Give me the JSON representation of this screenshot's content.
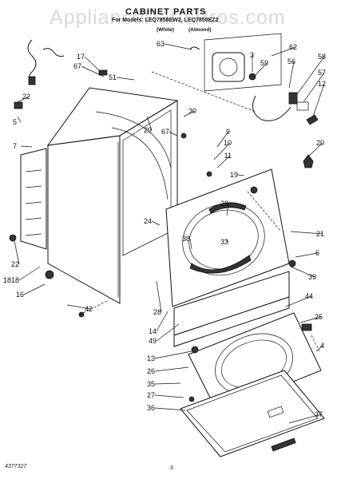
{
  "watermark": "AppliancePartsPros.com",
  "header": {
    "title": "CABINET PARTS",
    "model_line": "For Models: LEQ7858EW2, LEQ7858EZ2",
    "variant_white": "(White)",
    "variant_almond": "(Almond)"
  },
  "footer": {
    "part_doc_number": "4377327",
    "page_number": "3"
  },
  "callouts": [
    "63",
    "62",
    "3",
    "59",
    "56",
    "58",
    "57",
    "12",
    "20",
    "49",
    "17",
    "67",
    "51",
    "22",
    "5",
    "7",
    "30",
    "29",
    "67",
    "9",
    "10",
    "11",
    "19",
    "21",
    "23",
    "38",
    "33",
    "6",
    "39",
    "22",
    "18",
    "16",
    "42",
    "28",
    "14",
    "44",
    "25",
    "4",
    "13",
    "26",
    "35",
    "27",
    "36",
    "37",
    "24",
    "18"
  ]
}
